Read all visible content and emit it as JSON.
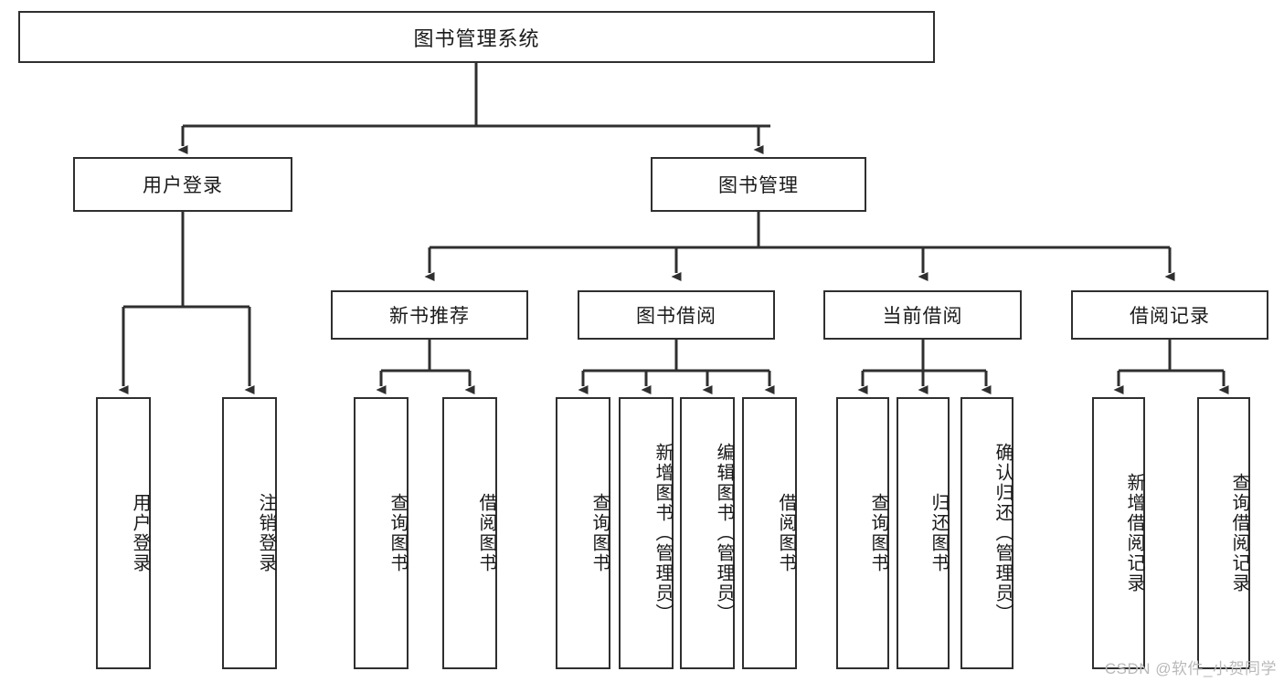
{
  "diagram": {
    "title": "图书管理系统",
    "type": "tree-hierarchy-chart",
    "colors": {
      "background": "#ffffff",
      "box_border": "#2f2f2f",
      "box_fill": "#ffffff",
      "connector": "#2f2f2f",
      "text": "#1a1a1a",
      "watermark": "#b9b9b9"
    },
    "root": {
      "label": "图书管理系统"
    },
    "level2": [
      {
        "id": "user-login",
        "label": "用户登录"
      },
      {
        "id": "book-management",
        "label": "图书管理"
      }
    ],
    "level3": [
      {
        "id": "new-book-recommend",
        "label": "新书推荐"
      },
      {
        "id": "book-borrow",
        "label": "图书借阅"
      },
      {
        "id": "current-borrow",
        "label": "当前借阅"
      },
      {
        "id": "borrow-record",
        "label": "借阅记录"
      }
    ],
    "leaves": {
      "user_login": [
        {
          "id": "leaf-user-login",
          "label": "用户登录"
        },
        {
          "id": "leaf-logout-login",
          "label": "注销登录"
        }
      ],
      "new_book_recommend": [
        {
          "id": "leaf-query-book-1",
          "label": "查询图书"
        },
        {
          "id": "leaf-borrow-book-1",
          "label": "借阅图书"
        }
      ],
      "book_borrow": [
        {
          "id": "leaf-query-book-2",
          "label": "查询图书"
        },
        {
          "id": "leaf-add-book",
          "label": "新增图书（管理员）"
        },
        {
          "id": "leaf-edit-book",
          "label": "编辑图书（管理员）"
        },
        {
          "id": "leaf-borrow-book-2",
          "label": "借阅图书"
        }
      ],
      "current_borrow": [
        {
          "id": "leaf-query-book-3",
          "label": "查询图书"
        },
        {
          "id": "leaf-return-book",
          "label": "归还图书"
        },
        {
          "id": "leaf-confirm-return",
          "label": "确认归还（管理员）"
        }
      ],
      "borrow_record": [
        {
          "id": "leaf-add-record",
          "label": "新增借阅记录"
        },
        {
          "id": "leaf-query-record",
          "label": "查询借阅记录"
        }
      ]
    },
    "watermark": "CSDN @软件_小贺同学"
  }
}
